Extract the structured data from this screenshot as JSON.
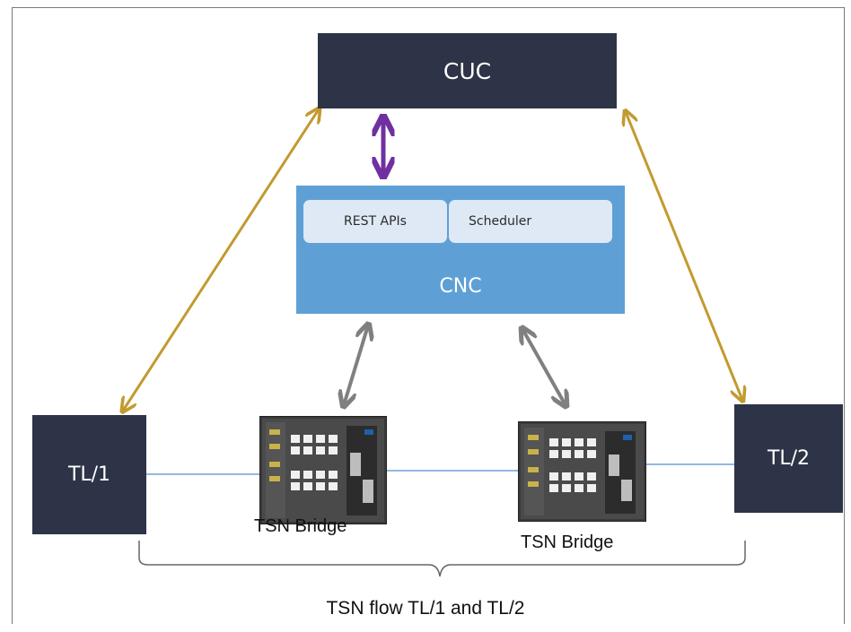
{
  "cuc": {
    "label": "CUC"
  },
  "cnc": {
    "label": "CNC",
    "modules": [
      "REST APIs",
      "Scheduler"
    ]
  },
  "endpoints": {
    "left": "TL/1",
    "right": "TL/2"
  },
  "bridges": [
    {
      "label": "TSN Bridge"
    },
    {
      "label": "TSN Bridge"
    }
  ],
  "flow_label": "TSN flow TL/1 and TL/2",
  "colors": {
    "dark": "#2e3447",
    "cnc": "#5ea0d6",
    "pill": "#dfe9f5",
    "gold_arrow": "#c29a2f",
    "purple_arrow": "#7030a0",
    "gray_arrow": "#808080",
    "link": "#6fa0d8"
  }
}
